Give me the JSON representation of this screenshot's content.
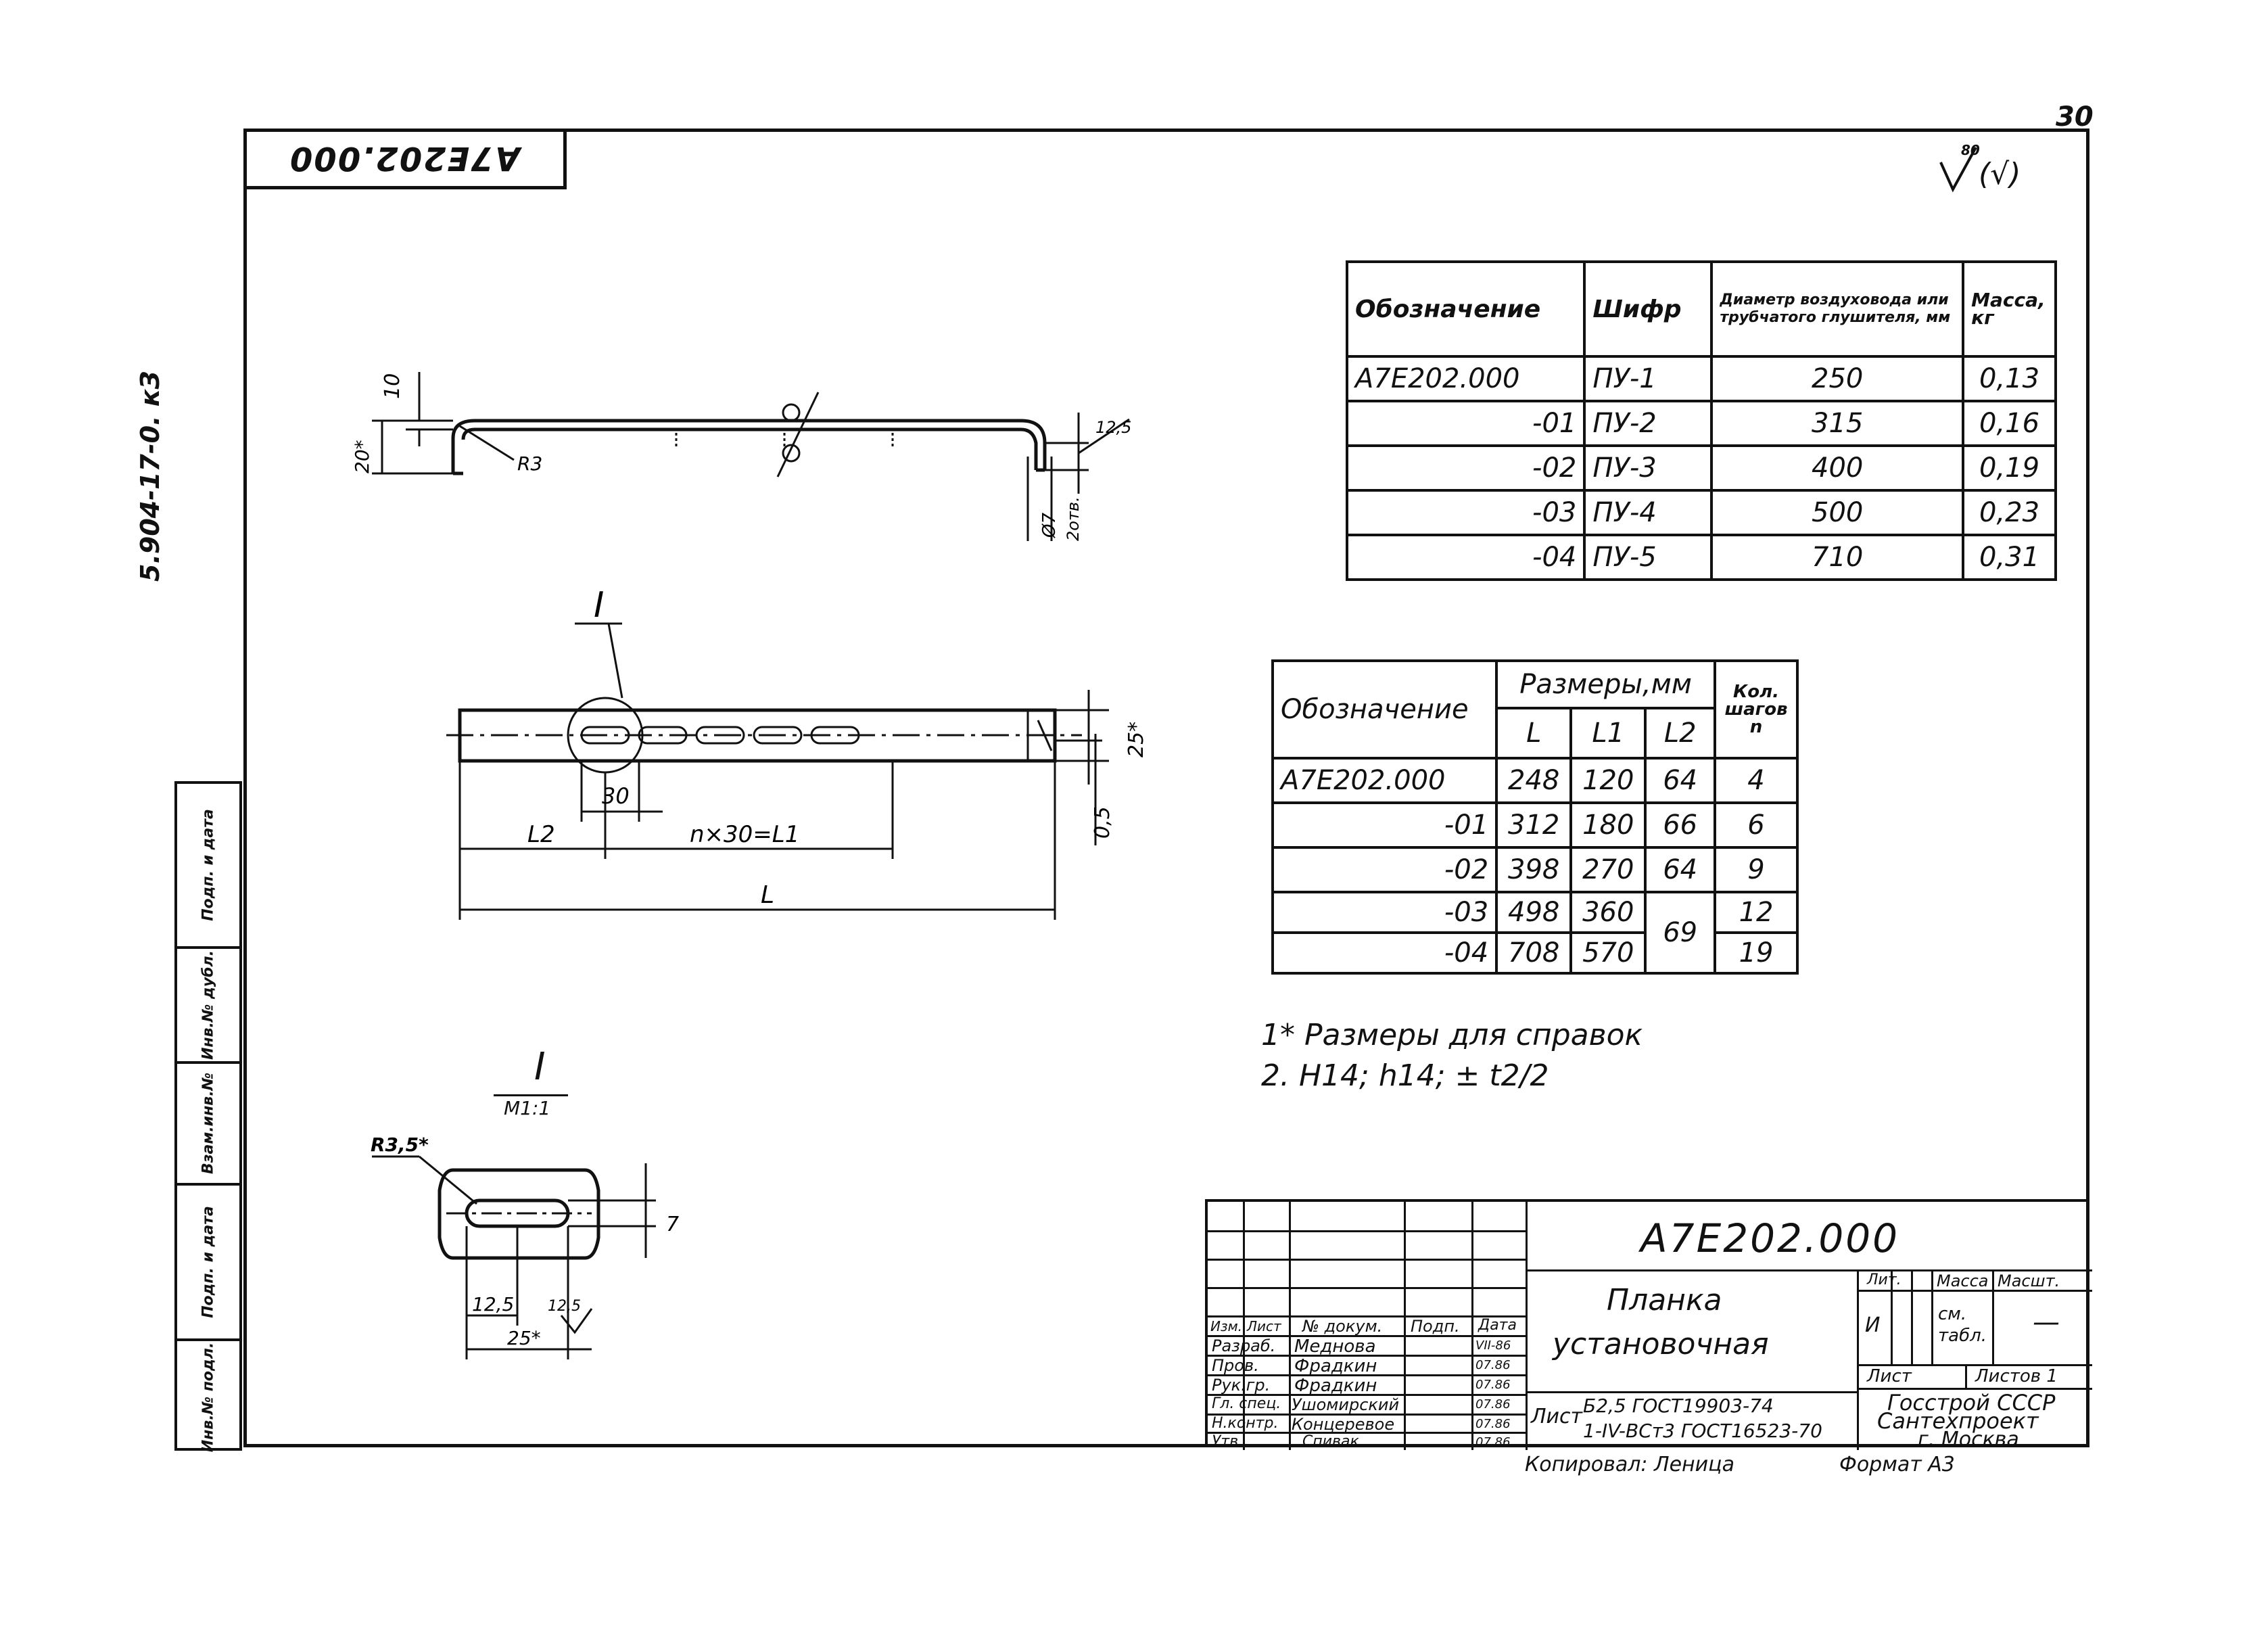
{
  "page_corner": "30",
  "doc_code_rotated": "А7Е202.000",
  "side_code": "5.904-17-0. кЗ",
  "roughness": "(√)",
  "roughness_value": "80",
  "spec_table": {
    "headers": [
      "Обозначение",
      "Шифр",
      "Диаметр воздуховода или трубчатого глушителя, мм",
      "Масса, кг"
    ],
    "rows": [
      [
        "А7Е202.000",
        "ПУ-1",
        "250",
        "0,13"
      ],
      [
        "-01",
        "ПУ-2",
        "315",
        "0,16"
      ],
      [
        "-02",
        "ПУ-3",
        "400",
        "0,19"
      ],
      [
        "-03",
        "ПУ-4",
        "500",
        "0,23"
      ],
      [
        "-04",
        "ПУ-5",
        "710",
        "0,31"
      ]
    ]
  },
  "dim_table": {
    "header_designation": "Обозначение",
    "header_sizes": "Размеры,мм",
    "header_count": "Кол. шагов n",
    "sub_headers": [
      "L",
      "L1",
      "L2"
    ],
    "rows": [
      [
        "А7Е202.000",
        "248",
        "120",
        "64",
        "4"
      ],
      [
        "-01",
        "312",
        "180",
        "66",
        "6"
      ],
      [
        "-02",
        "398",
        "270",
        "64",
        "9"
      ],
      [
        "-03",
        "498",
        "360",
        "69",
        "12"
      ],
      [
        "-04",
        "708",
        "570",
        "",
        "19"
      ]
    ]
  },
  "notes": [
    "1* Размеры для справок",
    "2. H14; h14; ± t2/2"
  ],
  "drawing": {
    "top_view_dims": [
      "10",
      "20*",
      "R3",
      "12,5",
      "Ø7",
      "2отв."
    ],
    "front_view_dims": [
      "I",
      "30",
      "L2",
      "n×30=L1",
      "L",
      "25*",
      "0,5"
    ],
    "detail_title": "I",
    "detail_scale": "М1:1",
    "detail_dims": [
      "R3,5*",
      "7",
      "12,5",
      "25*",
      "12,5"
    ]
  },
  "side_stamp": [
    "Инв.№ подл.",
    "Подп. и дата",
    "Взам.инв.№",
    "Инв.№ дубл.",
    "Подп. и дата"
  ],
  "title_block": {
    "code": "А7Е202.000",
    "name_line1": "Планка",
    "name_line2": "установочная",
    "col_headers": [
      "Изм.",
      "Лист",
      "№ докум.",
      "Подп.",
      "Дата"
    ],
    "people": [
      [
        "Разраб.",
        "Меднова",
        "VII-86"
      ],
      [
        "Пров.",
        "Фрадкин",
        "07.86"
      ],
      [
        "Рук.гр.",
        "Фрадкин",
        "07.86"
      ],
      [
        "Гл. спец.",
        "Ушомирский",
        "07.86"
      ],
      [
        "Н.контр.",
        "Концеревое",
        "07.86"
      ],
      [
        "Утв.",
        "Спивак",
        "07.86"
      ]
    ],
    "lit": "Лит.",
    "mass": "Масса",
    "scale": "Масшт.",
    "lit_value": "И",
    "mass_value": "см. табл.",
    "scale_value": "—",
    "sheet": "Лист",
    "sheets": "Листов 1",
    "material_prefix": "Лист",
    "material_1": "Б2,5 ГОСТ19903-74",
    "material_2": "1-IV-ВСт3 ГОСТ16523-70",
    "org_1": "Госстрой СССР",
    "org_2": "Сантехпроект",
    "org_3": "г. Москва"
  },
  "copied_by": "Копировал: Леница",
  "format": "Формат А3"
}
